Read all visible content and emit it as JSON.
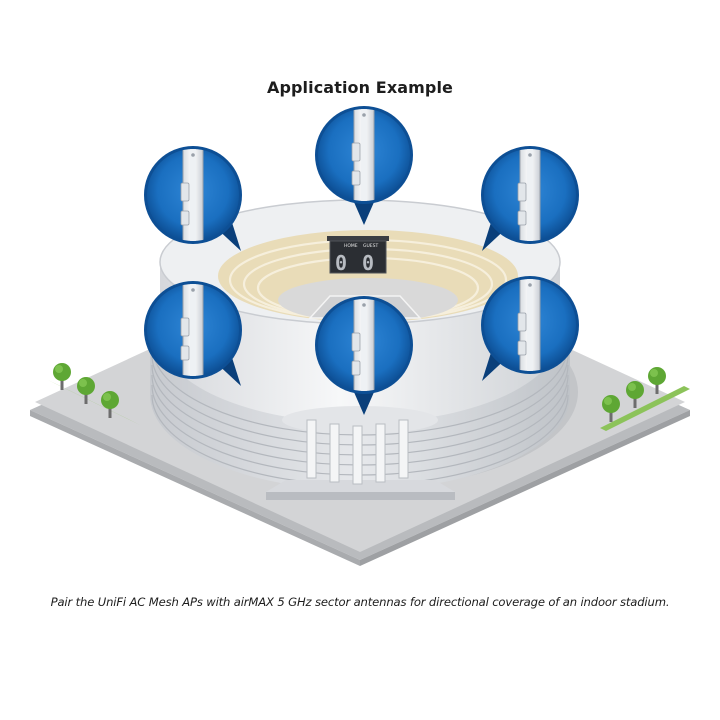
{
  "title": "Application Example",
  "caption": "Pair the UniFi AC Mesh APs with airMAX 5 GHz sector antennas for directional coverage of an indoor stadium.",
  "scoreboard": {
    "home_label": "HOME",
    "guest_label": "GUEST",
    "home_score": "0",
    "guest_score": "0"
  },
  "colors": {
    "callout_blue": "#1a6fc0",
    "callout_dark": "#0a3f7a",
    "ground": "#d3d4d6",
    "stadium_white": "#f2f3f5",
    "seats": "#e9dcb8",
    "tree_green": "#5ea734"
  },
  "icons": {
    "callout": "mesh-ap-callout-icon",
    "tree": "tree-icon",
    "stadium": "stadium-icon"
  },
  "callout_count": 6
}
